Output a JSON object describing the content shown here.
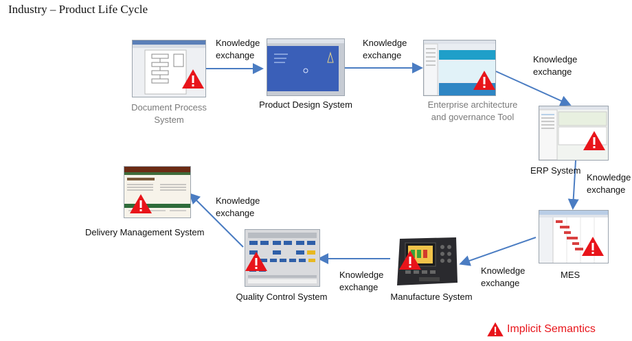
{
  "title": "Industry – Product Life Cycle",
  "systems": {
    "document_process": "Document Process System",
    "product_design": "Product Design System",
    "enterprise_architecture_line1": "Enterprise architecture",
    "enterprise_architecture_line2": "and governance Tool",
    "erp": "ERP System",
    "mes": "MES",
    "manufacture": "Manufacture System",
    "quality_control": "Quality Control System",
    "delivery_management": "Delivery Management System"
  },
  "edge_label_line1": "Knowledge",
  "edge_label_line2": "exchange",
  "legend": {
    "icon": "warning-triangle-icon",
    "text": "Implicit Semantics"
  },
  "colors": {
    "arrow": "#4a7cc2",
    "warning": "#e8141a",
    "legend_text": "#e8141a"
  }
}
